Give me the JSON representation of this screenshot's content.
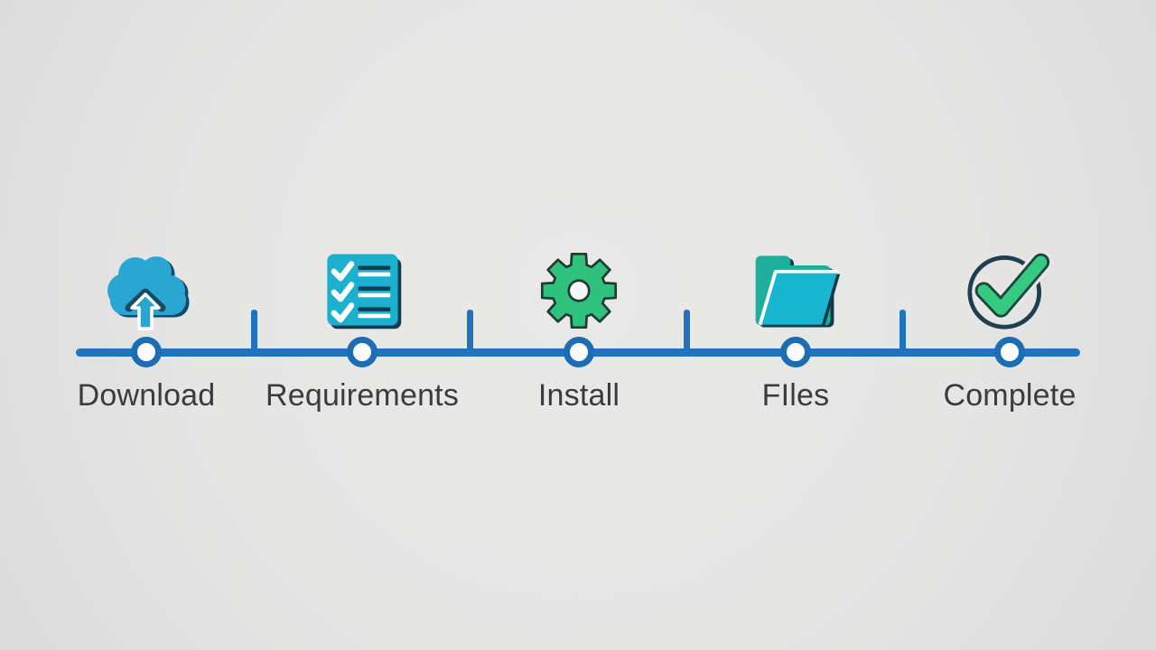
{
  "scene": {
    "type": "installation-process-timeline",
    "step_count": 5
  },
  "colors": {
    "background": "#e7e7e6",
    "timeline_blue": "#2273be",
    "node_ring_blue": "#1d6db6",
    "cloud_cyan": "#2aa6d3",
    "checklist_teal": "#1cb0cf",
    "gear_green": "#2ec27d",
    "folder_back_teal": "#1fad9c",
    "folder_front_cyan": "#18b6d1",
    "check_green": "#36ca81",
    "outline_dark": "#17425a",
    "label_gray": "#3b3b3d"
  },
  "timeline": {
    "steps": [
      {
        "label": "Download",
        "icon": "cloud-upload-icon"
      },
      {
        "label": "Requirements",
        "icon": "checklist-icon"
      },
      {
        "label": "Install",
        "icon": "gear-icon"
      },
      {
        "label": "FIles",
        "icon": "open-folder-icon"
      },
      {
        "label": "Complete",
        "icon": "check-circle-icon"
      }
    ]
  }
}
